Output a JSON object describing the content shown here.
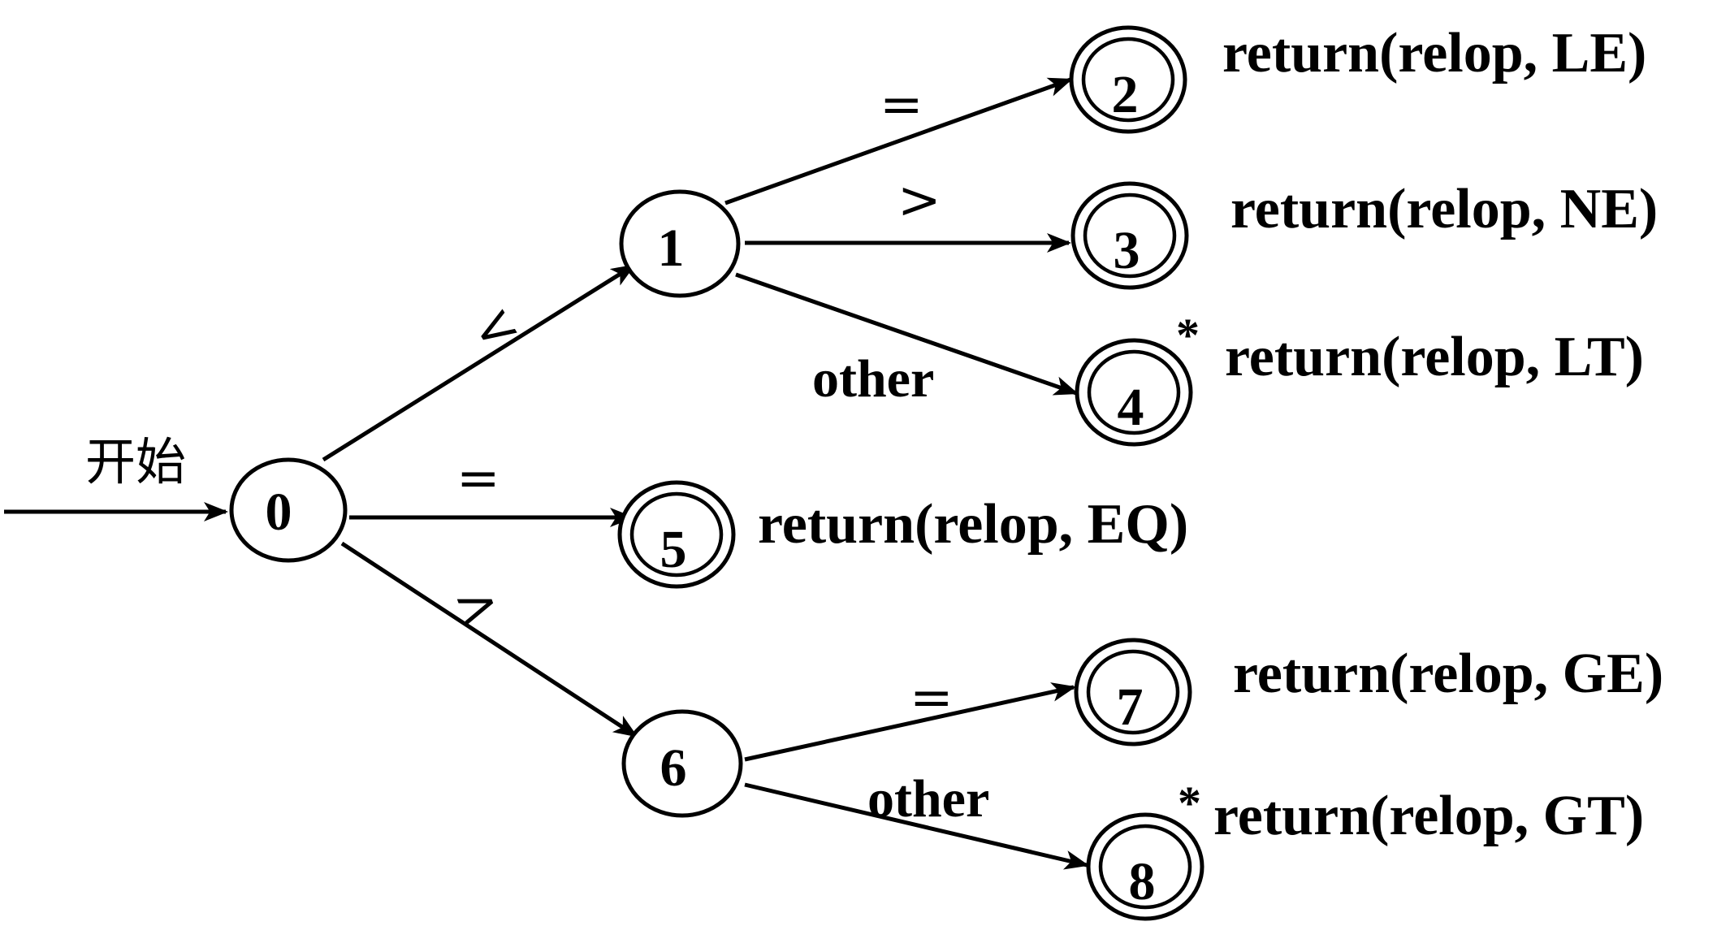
{
  "start_label": "开始",
  "states": {
    "s0": "0",
    "s1": "1",
    "s2": "2",
    "s3": "3",
    "s4": "4",
    "s5": "5",
    "s6": "6",
    "s7": "7",
    "s8": "8"
  },
  "edges": {
    "e0_1": "<",
    "e0_5": "=",
    "e0_6": ">",
    "e1_2": "=",
    "e1_3": ">",
    "e1_4": "other",
    "e6_7": "=",
    "e6_8": "other"
  },
  "actions": {
    "a2": "return(relop, LE)",
    "a3": "return(relop, NE)",
    "a4": "return(relop, LT)",
    "a5": "return(relop, EQ)",
    "a7": "return(relop, GE)",
    "a8": "return(relop, GT)"
  },
  "retract_marks": {
    "m4": "*",
    "m8": "*"
  }
}
